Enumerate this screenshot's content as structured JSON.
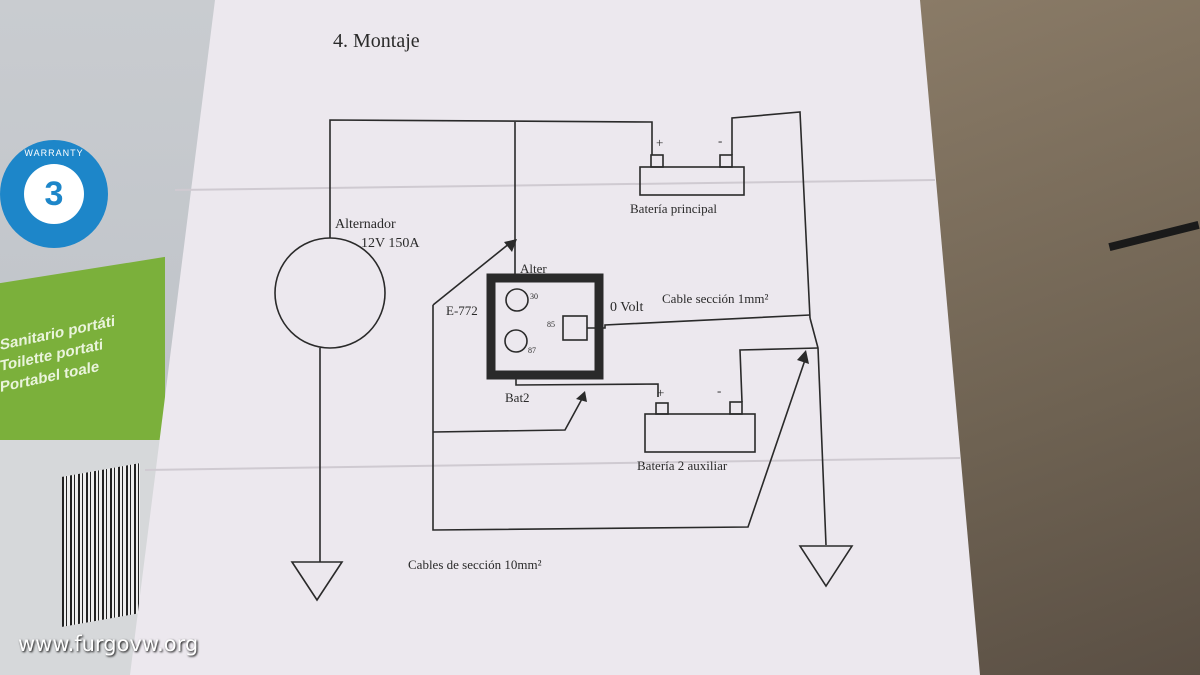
{
  "heading": "4. Montaje",
  "labels": {
    "alternator_name": "Alternador",
    "alternator_rating": "12V 150A",
    "relay_model": "E-772",
    "relay_top": "Alter",
    "relay_bottom": "Bat2",
    "terminal_30": "30",
    "terminal_87": "87",
    "terminal_85": "85",
    "zero_volt": "0 Volt",
    "cable_thin": "Cable sección 1mm²",
    "main_battery": "Batería principal",
    "aux_battery": "Batería 2 auxiliar",
    "plus": "+",
    "minus": "-",
    "cable_thick": "Cables de sección 10mm²"
  },
  "background": {
    "warranty_number": "3",
    "warranty_word": "WARRANTY",
    "box_lines": [
      "Sanitario portáti",
      "Toilette portati",
      "Portabel toale"
    ],
    "watermark": "www.furgovw.org"
  },
  "colors": {
    "paper": "#ece8ee",
    "ink": "#2a2a2a",
    "warranty_blue": "#1d86c9",
    "box_green": "#7bb03b"
  }
}
